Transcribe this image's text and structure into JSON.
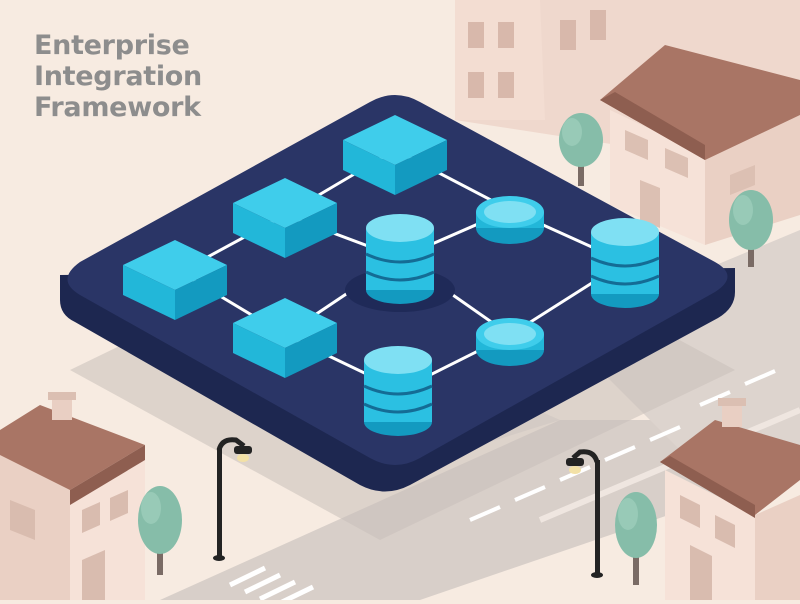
{
  "title": {
    "lines": [
      "Enterprise",
      "Integration",
      "Framework"
    ]
  },
  "icons": {
    "houses": "house-icon",
    "trees": "tree-icon",
    "lamps": "street-lamp-icon",
    "servers": "server-box-icon",
    "databases": "database-cylinder-icon",
    "disks": "disk-node-icon"
  },
  "colors": {
    "background": "#f7ebe1",
    "platform": "#2a3566",
    "platform_edge": "#1d2750",
    "node_cyan": "#22b7d9",
    "node_top": "#3fcdeb",
    "node_side": "#139ac0",
    "road": "#d6cdc7",
    "road_marking": "#ffffff",
    "building_wall": "#f1dcd2",
    "roof": "#a97565",
    "tree": "#86bda9",
    "lamp": "#232323",
    "title_text": "#8d8d8d"
  }
}
